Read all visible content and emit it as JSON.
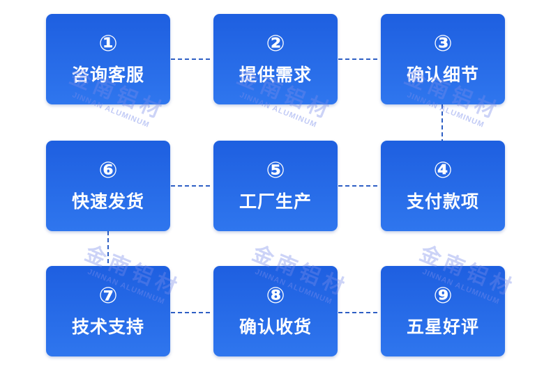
{
  "steps": [
    {
      "num": "①",
      "label": "咨询客服"
    },
    {
      "num": "②",
      "label": "提供需求"
    },
    {
      "num": "③",
      "label": "确认细节"
    },
    {
      "num": "④",
      "label": "支付款项"
    },
    {
      "num": "⑤",
      "label": "工厂生产"
    },
    {
      "num": "⑥",
      "label": "快速发货"
    },
    {
      "num": "⑦",
      "label": "技术支持"
    },
    {
      "num": "⑧",
      "label": "确认收货"
    },
    {
      "num": "⑨",
      "label": "五星好评"
    }
  ],
  "watermark": {
    "cn": "金南铝材",
    "en": "JINNAN ALUMINUM"
  },
  "colors": {
    "box_top": "#1e5fe0",
    "box_bottom": "#2f76ee",
    "connector": "#2e5fc4",
    "text": "#ffffff"
  }
}
